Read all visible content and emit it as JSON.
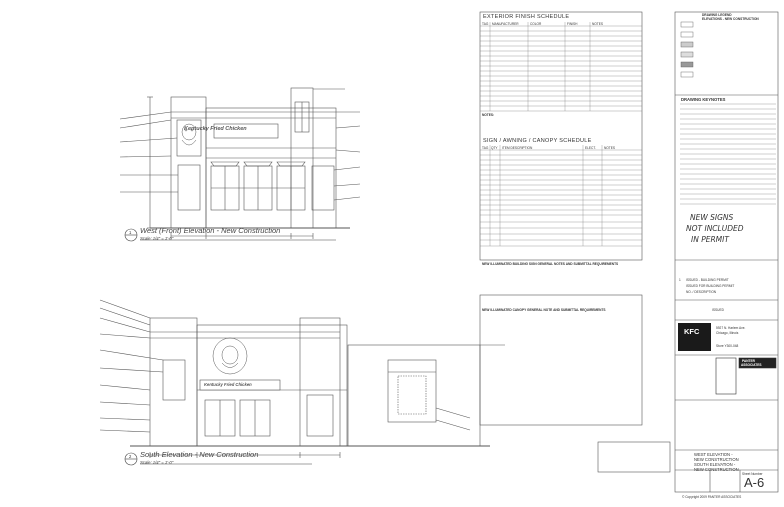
{
  "west_elevation": {
    "title": "West (Front) Elevation - New Construction",
    "scale": "Scale: 1/4\" = 1'-0\"",
    "number": "1",
    "sign_text": "Kentucky Fried Chicken"
  },
  "south_elevation": {
    "title": "South Elevation - New Construction",
    "scale": "Scale: 1/4\" = 1'-0\"",
    "number": "2",
    "sign_text": "Kentucky Fried Chicken"
  },
  "finish_schedule": {
    "title": "EXTERIOR FINISH SCHEDULE",
    "headers": [
      "TAG",
      "MANUFACTURER",
      "COLOR",
      "FINISH",
      "NOTES"
    ],
    "notes_label": "NOTES:"
  },
  "sign_schedule": {
    "title": "SIGN / AWNING / CANOPY SCHEDULE",
    "headers": [
      "TAG",
      "QTY",
      "ITEM DESCRIPTION",
      "ELECT.",
      "NOTES"
    ]
  },
  "sign_notes": {
    "title": "NEW ILLUMINATED BUILDING SIGN GENERAL NOTES AND SUBMITTAL REQUIREMENTS"
  },
  "canopy_notes": {
    "title": "NEW ILLUMINATED CANOPY GENERAL NOTE AND SUBMITTAL REQUIREMENTS"
  },
  "legend": {
    "title_line1": "DRAWING LEGEND",
    "title_line2": "ELEVATIONS - NEW CONSTRUCTION"
  },
  "keynotes": {
    "title": "DRAWING KEYNOTES"
  },
  "callout": {
    "line1": "NEW SIGNS",
    "line2": "NOT INCLUDED",
    "line3": "IN PERMIT"
  },
  "revisions": {
    "row1_number": "1",
    "row1_text": "ISSUED - BUILDING PERMIT",
    "row2_text": "ISSUED FOR BUILDING PERMIT",
    "row3_text": "NO. / DESCRIPTION",
    "stamp": "ISSUED"
  },
  "project": {
    "brand": "KFC",
    "address_line1": "5927 N. Harlem Ave.",
    "address_line2": "Chicago, Illinois",
    "store": "Store Y300-048"
  },
  "architect": {
    "name_line1": "PANTER",
    "name_line2": "ASSOCIATES"
  },
  "sheet": {
    "title_line1": "WEST ELEVATION -",
    "title_line2": "NEW CONSTRUCTION",
    "title_line3": "SOUTH ELEVATION -",
    "title_line4": "NEW CONSTRUCTION",
    "label": "Sheet Number",
    "number": "A-6"
  },
  "footer": {
    "copyright": "© Copyright 2009 PANTER ASSOCIATES"
  }
}
